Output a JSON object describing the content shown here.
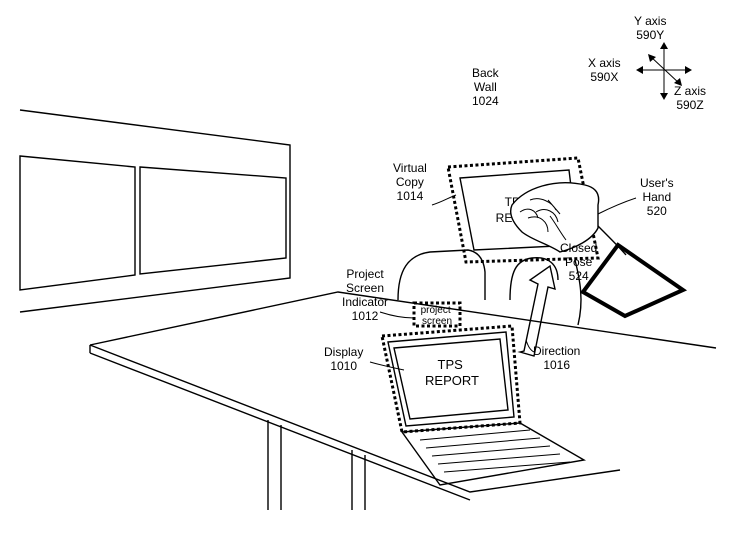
{
  "axes": {
    "y_name": "Y axis",
    "y_ref": "590Y",
    "x_name": "X axis",
    "x_ref": "590X",
    "z_name": "Z axis",
    "z_ref": "590Z"
  },
  "labels": {
    "back_wall": [
      "Back",
      "Wall",
      "1024"
    ],
    "virtual_copy": [
      "Virtual",
      "Copy",
      "1014"
    ],
    "users_hand": [
      "User's",
      "Hand",
      "520"
    ],
    "closed_pose": [
      "Closed",
      "Pose",
      "524"
    ],
    "project_screen_indicator": [
      "Project",
      "Screen",
      "Indicator",
      "1012"
    ],
    "display": [
      "Display",
      "1010"
    ],
    "direction": [
      "Direction",
      "1016"
    ]
  },
  "screen_text": {
    "laptop": [
      "TPS",
      "REPORT"
    ],
    "virtual_copy": [
      "TPS",
      "REP"
    ],
    "indicator": [
      "project",
      "screen"
    ]
  }
}
